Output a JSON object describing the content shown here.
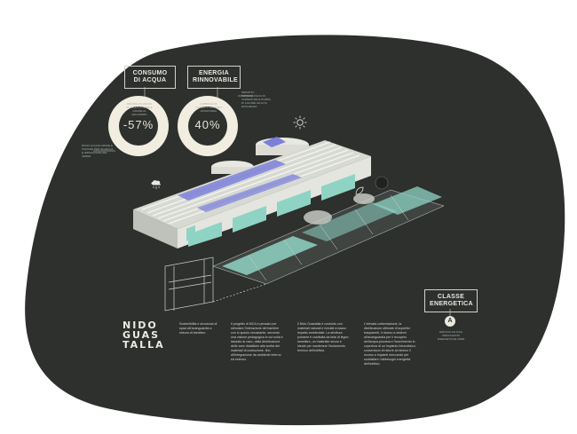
{
  "water": {
    "title_line1": "CONSUMO",
    "title_line2": "DI ACQUA",
    "value": "-57%",
    "note_top": "MINORE RICHIESTA DI ACQUA POTABILE GRAZIE AL RECUPERO",
    "note_left": "RIUSO ACQUE GRIGIE E PIOVANE PER SCARICHI E IRRIGAZIONE DEL VERDE"
  },
  "energy": {
    "title_line1": "ENERGIA",
    "title_line2": "RINNOVABILE",
    "value": "40%",
    "note_top": "FABBISOGNO COPERTO DA FONTI RINNOVABILI",
    "note_right": "IMPIANTO FOTOVOLTAICO IN COPERTURA E POMPA DI CALORE AD ALTA EFFICIENZA"
  },
  "classe": {
    "title_line1": "CLASSE",
    "title_line2": "ENERGETICA",
    "grade": "A",
    "note": "EDIFICIO AD ALTE PRESTAZIONI ENERGETICHE NZEB"
  },
  "logo": {
    "line1": "NIDO",
    "line2": "GUAS",
    "line3": "TALLA"
  },
  "texts": {
    "col1": "Sostenibilità e sicurezza di spazi all'avanguardia a misura di bambino",
    "col2": "Il progetto di MCA è pensato per stimolare l'interazione dei bambini con lo spazio circostante, secondo una visione pedagogica in cui nulla è lasciato al caso, dalla distribuzione delle aree didattiche alla scelta dei materiali di costruzione, fino all'integrazione da ambiente interno ed esterno.",
    "col3": "Il Nido Guastalla è costruito con materiali naturali e riciclati a basso impatto ambientale. La struttura portante è costituita da telai di legno lamellare, un materiale sicuro e ideale per mantenere l'isolamento termico dell'edificio.",
    "col4": "L'elevata coibentazione, la distribuzione ottimale di superfici trasparenti, il ricorso a sistemi all'avanguardia per il recupero dell'acqua piovana e l'inserimento in copertura di un impianto fotovoltaico, consentono di ridurre al minimo il ricorso a impianti meccanici per soddisfare i fabbisogni energetici dell'edificio."
  },
  "colors": {
    "blob": "#2d302d",
    "cream": "#f1ede0",
    "teal": "#8fd3c4",
    "solar": "#7b7fd8",
    "line": "#cfd3cc"
  },
  "icons": [
    "sun-icon",
    "rain-cloud-icon",
    "leaf-icon"
  ]
}
